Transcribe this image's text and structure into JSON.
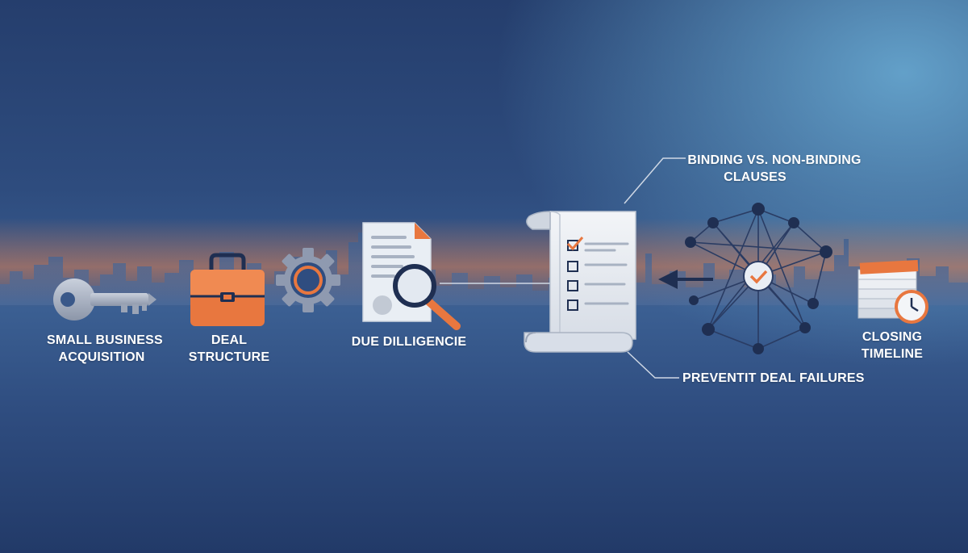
{
  "labels": {
    "acquisition": [
      "SMALL BUSINESS",
      "ACQUISITION"
    ],
    "deal_structure": [
      "DEAL",
      "STRUCTURE"
    ],
    "due_diligence": "DUE DILLIGENCIE",
    "binding": [
      "BINDING VS. NON-BINDING",
      "CLAUSES"
    ],
    "prevent": "PREVENTIT DEAL FAILURES",
    "closing": [
      "CLOSING",
      "TIMELINE"
    ]
  },
  "colors": {
    "accent_orange": "#e8773f",
    "navy": "#1f2f52",
    "paper": "#e9eef4",
    "steel": "#8f9ab0",
    "skyline_glow": "#e07f4f"
  },
  "icons": {
    "acquisition": "key-icon",
    "deal_structure": "briefcase-icon",
    "settings": "gear-icon",
    "due_diligence": "document-magnifier-icon",
    "checklist": "checklist-scroll-icon",
    "network": "network-hub-icon",
    "closing": "calendar-clock-icon"
  }
}
